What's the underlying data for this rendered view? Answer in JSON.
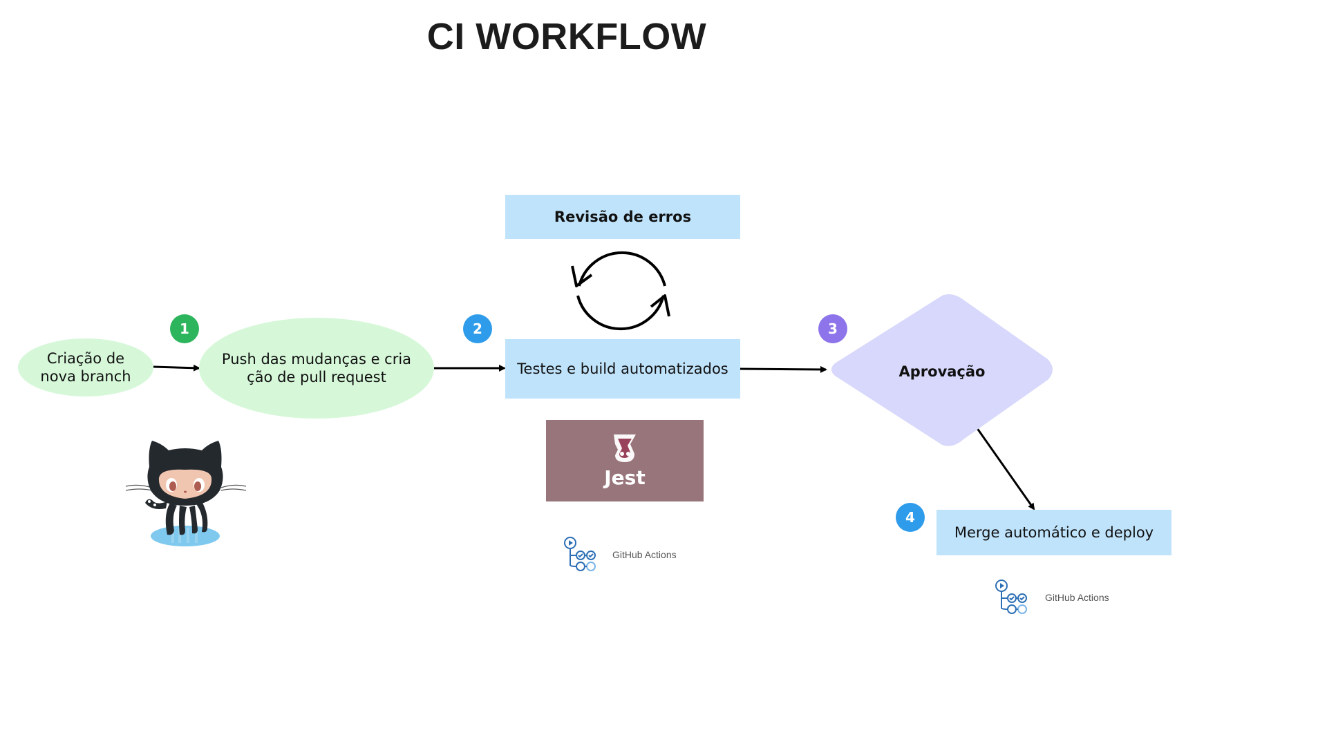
{
  "title": "CI WORKFLOW",
  "colors": {
    "green_ellipse": "#d6f8d9",
    "blue_box": "#bfe3fb",
    "lavender_diamond": "#d7d8fb",
    "badge_green": "#2db55d",
    "badge_blue": "#2e9cea",
    "badge_purple": "#8d74ea",
    "jest_box": "#98757b"
  },
  "steps": {
    "create_branch": "Criação de\nnova branch",
    "push_pr": "Push das mudanças e cria\nção de pull request",
    "error_review": "Revisão de erros",
    "tests_build": "Testes e build automatizados",
    "approval": "Aprovação",
    "merge_deploy": "Merge automático e deploy"
  },
  "badges": {
    "b1": "1",
    "b2": "2",
    "b3": "3",
    "b4": "4"
  },
  "logos": {
    "jest": "Jest",
    "github_actions_1": "GitHub Actions",
    "github_actions_2": "GitHub Actions",
    "octocat": "octocat-icon"
  }
}
